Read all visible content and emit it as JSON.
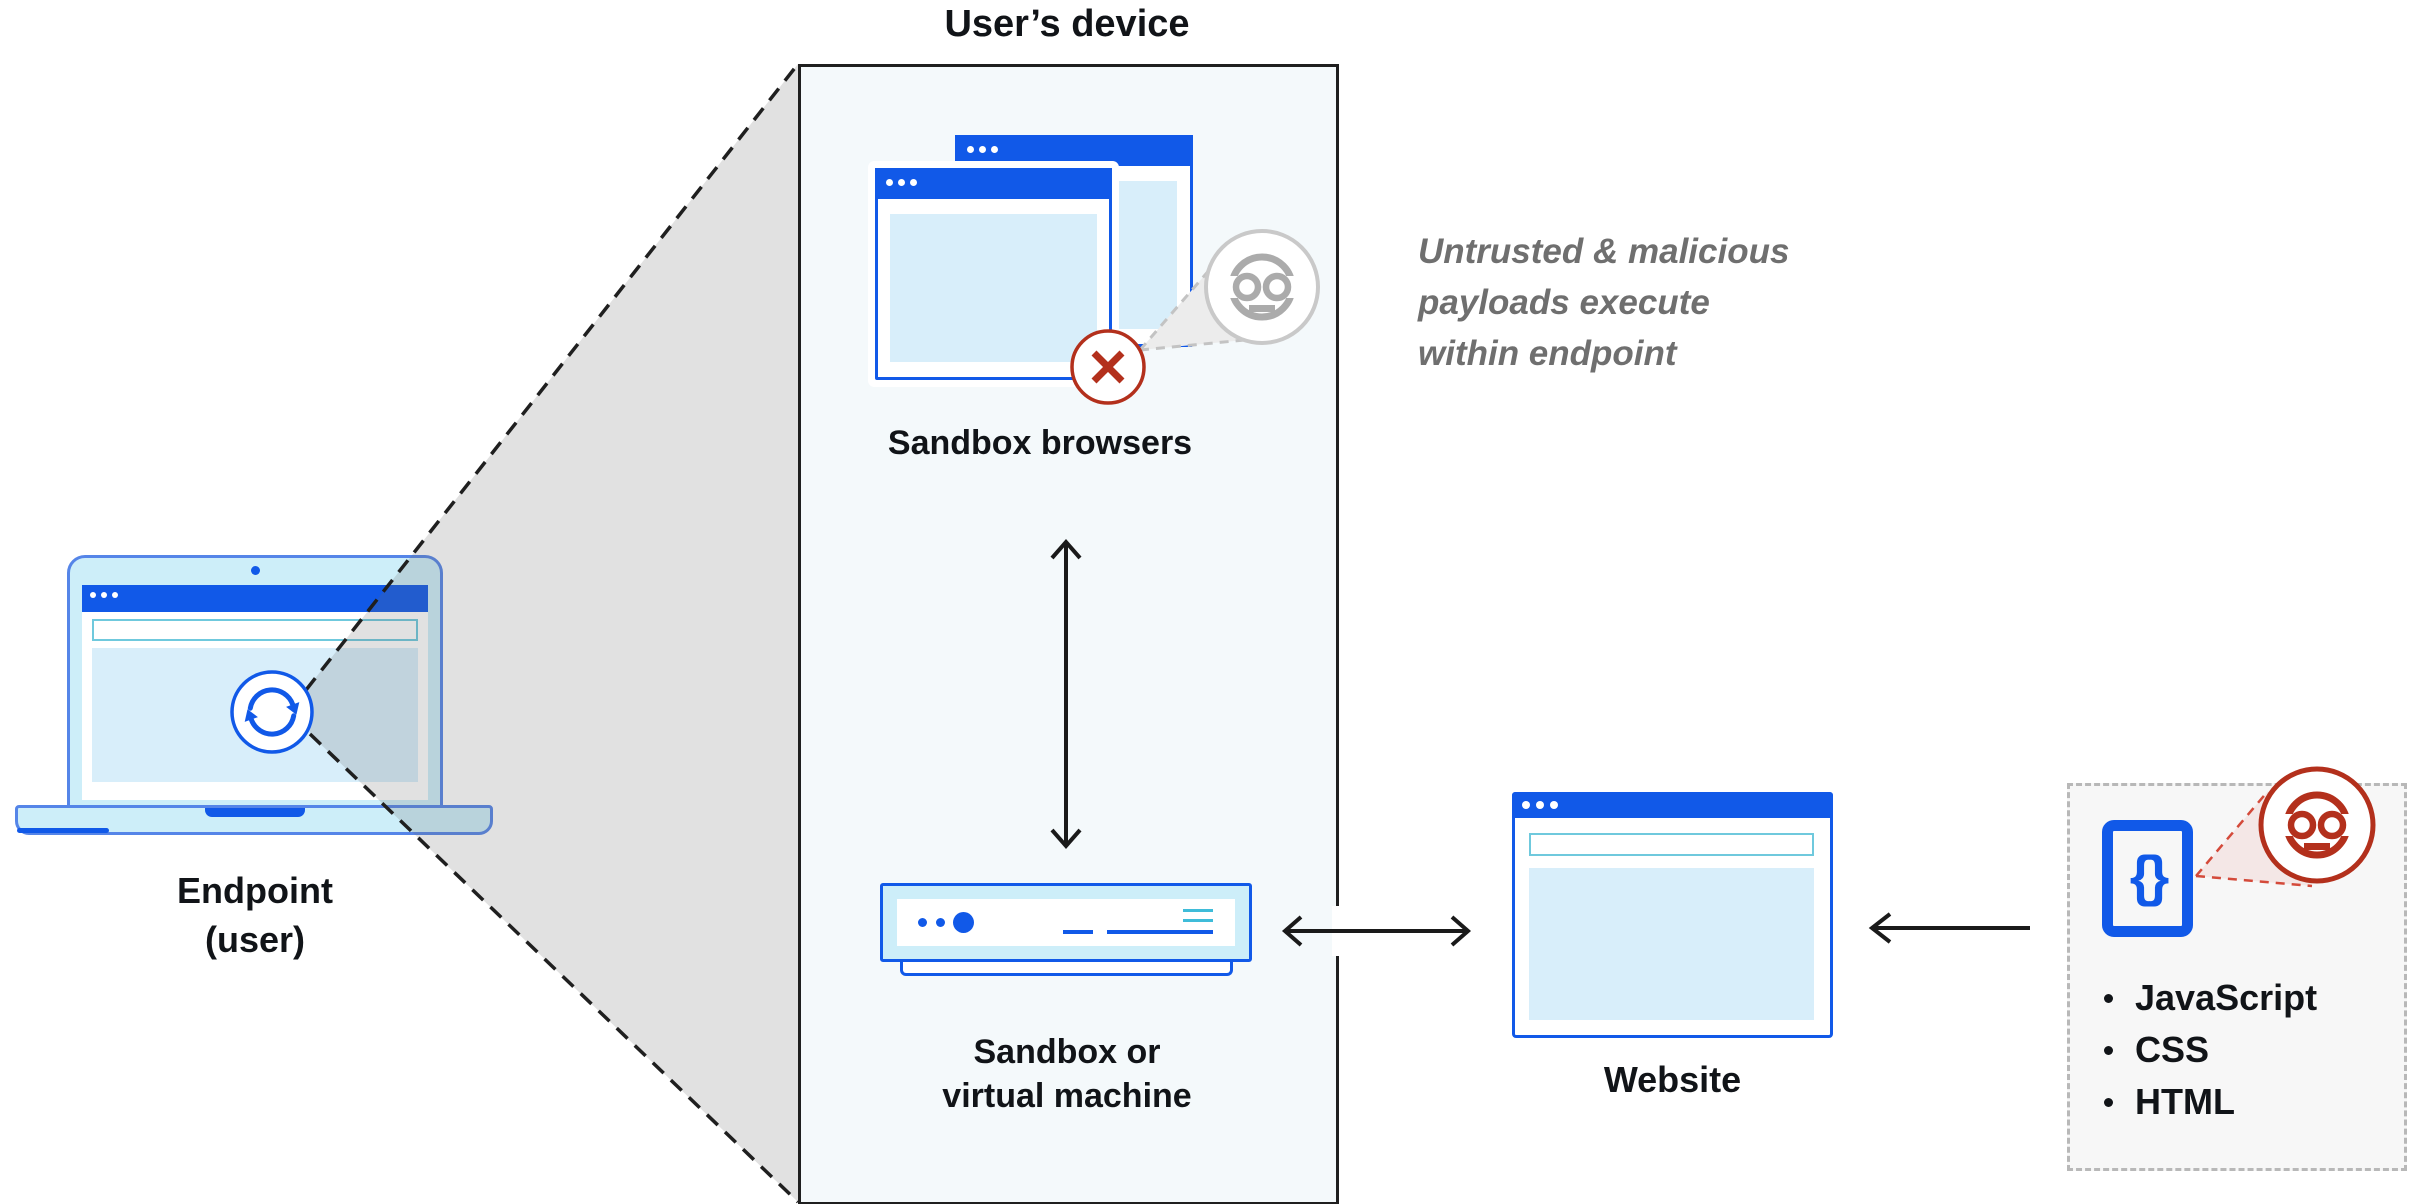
{
  "diagram": {
    "title": "User’s device",
    "endpoint": {
      "label": "Endpoint\n(user)"
    },
    "sandbox_browsers": {
      "label": "Sandbox browsers"
    },
    "vm": {
      "label": "Sandbox or\nvirtual machine"
    },
    "website": {
      "label": "Website"
    },
    "annotation": {
      "text": "Untrusted & malicious\npayloads execute\nwithin endpoint"
    },
    "payloads": {
      "items": [
        "JavaScript",
        "CSS",
        "HTML"
      ],
      "code_glyph": "{}"
    },
    "colors": {
      "brand_blue": "#1159e8",
      "laptop_outline_blue": "#5585e8",
      "light_cyan_fill": "#cdeef9",
      "pale_blue_fill": "#d8eefa",
      "cyan_border": "#6fc9dd",
      "vm_cyan_line": "#3fbcd9",
      "danger_red": "#b3301c",
      "gray_annotation_text": "#6f6f6f",
      "device_box_bg": "#f4f9fb",
      "payload_box_bg": "#f7f7f7",
      "arrow_black": "#1a1a1a"
    }
  }
}
